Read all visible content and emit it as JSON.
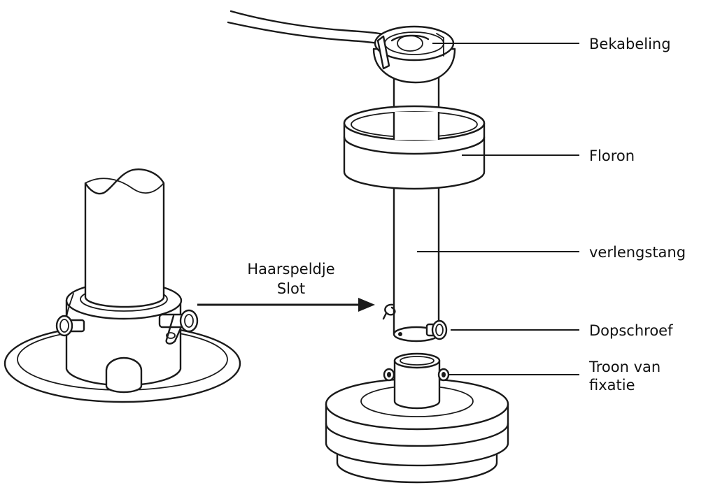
{
  "labels": {
    "bekabeling": "Bekabeling",
    "floron": "Floron",
    "verlengstang": "verlengstang",
    "dopschroef": "Dopschroef",
    "troon_line1": "Troon van",
    "troon_line2": "fixatie",
    "haarspeldje_line1": "Haarspeldje",
    "haarspeldje_line2": "Slot"
  },
  "colors": {
    "ink": "#1a1a1a",
    "background": "#ffffff"
  }
}
